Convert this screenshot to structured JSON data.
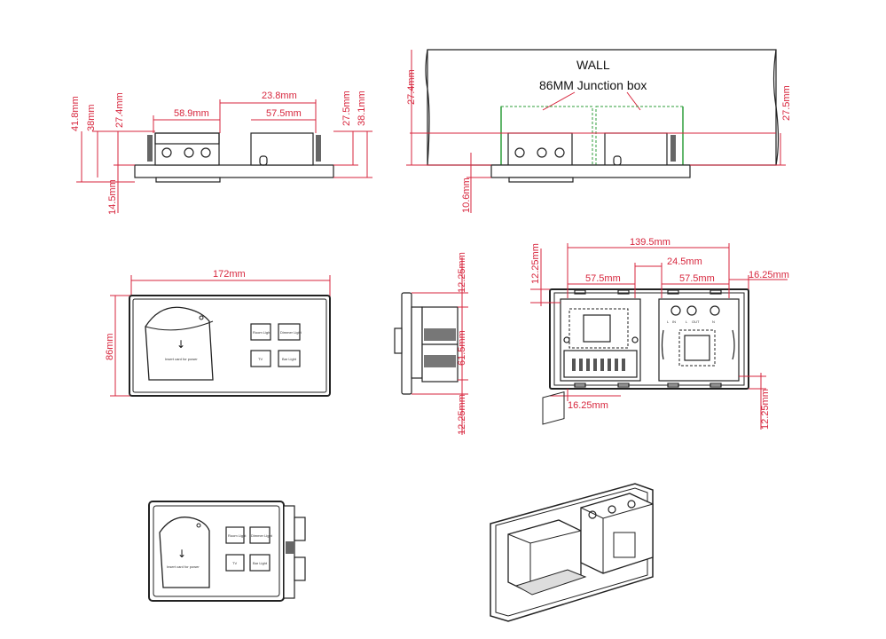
{
  "side_view": {
    "dims": {
      "h41_8": "41.8mm",
      "h38": "38mm",
      "h27_4": "27.4mm",
      "w58_9": "58.9mm",
      "w23_8": "23.8mm",
      "w57_5": "57.5mm",
      "h27_5": "27.5mm",
      "h38_1": "38.1mm",
      "h14_5": "14.5mm"
    }
  },
  "wall_view": {
    "wall_label": "WALL",
    "box_label": "86MM Junction box",
    "dims": {
      "h27_4": "27.4mm",
      "h27_5": "27.5mm",
      "h10_6": "10.6mm"
    }
  },
  "front_view": {
    "dims": {
      "w172": "172mm",
      "h86": "86mm"
    },
    "card_slot_text": "Insert card for power",
    "buttons": [
      "Room Light",
      "Dimmer Light",
      "TV",
      "Bar Light"
    ]
  },
  "profile_view": {
    "dims": {
      "top": "12.25mm",
      "mid": "61.5mm",
      "bot": "12.25mm"
    }
  },
  "back_view": {
    "dims": {
      "w139_5": "139.5mm",
      "w24_5": "24.5mm",
      "w57_5a": "57.5mm",
      "w57_5b": "57.5mm",
      "w16_25r": "16.25mm",
      "w16_25l": "16.25mm",
      "h12_25t": "12.25mm",
      "h12_25b": "12.25mm"
    },
    "terminal_labels": [
      "L",
      "IN",
      "L",
      "OUT",
      "N"
    ]
  },
  "iso_front": {
    "card_slot_text": "Insert card for power",
    "buttons": [
      "Room Light",
      "Dimmer Light",
      "TV",
      "Bar Light"
    ]
  }
}
